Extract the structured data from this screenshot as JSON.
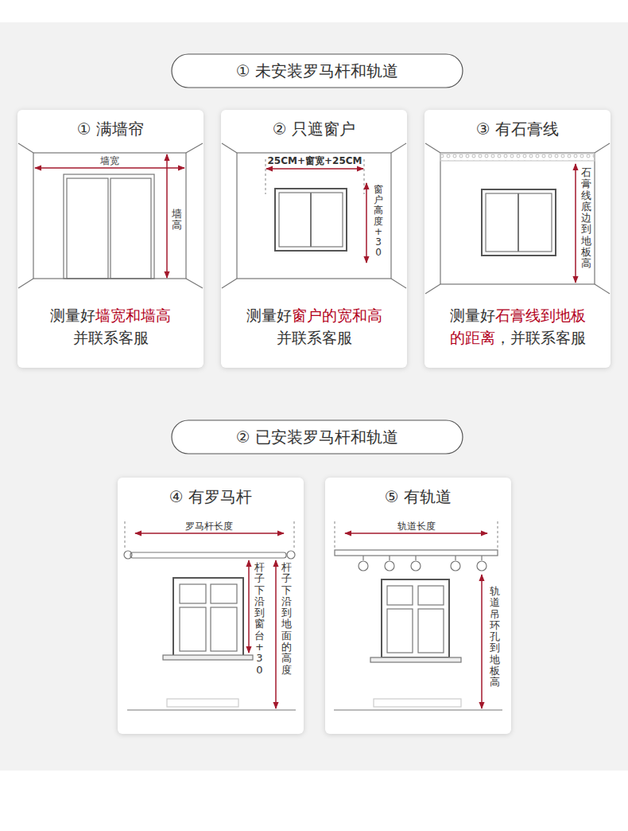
{
  "diagram": {
    "nodes": [
      {
        "text": [
          "① 未安装罗马杆和轨道"
        ]
      },
      {
        "text": [
          "① 满墙帘",
          "测量好",
          "墙宽和墙高",
          "并联系客服"
        ]
      },
      {
        "text": [
          "② 只遮窗户",
          "测量好",
          "窗户的宽和高",
          "并联系客服"
        ]
      },
      {
        "text": [
          "③ 有石膏线",
          "测量好",
          "石膏线到地板的距离",
          "，并联系客服"
        ]
      },
      {
        "text": [
          "② 已安装罗马杆和轨道"
        ]
      },
      {
        "text": [
          "④ 有罗马杆"
        ]
      },
      {
        "text": [
          "⑤ 有轨道"
        ]
      }
    ],
    "labels": [
      "墙宽",
      "墙高",
      "25CM+窗宽+25CM",
      "窗户高度+30",
      "石膏线底边到地板高",
      "罗马杆长度",
      "杆子下沿到窗台+30",
      "杆子下沿到地面的高度",
      "轨道长度",
      "轨道吊环孔到地板高"
    ]
  }
}
